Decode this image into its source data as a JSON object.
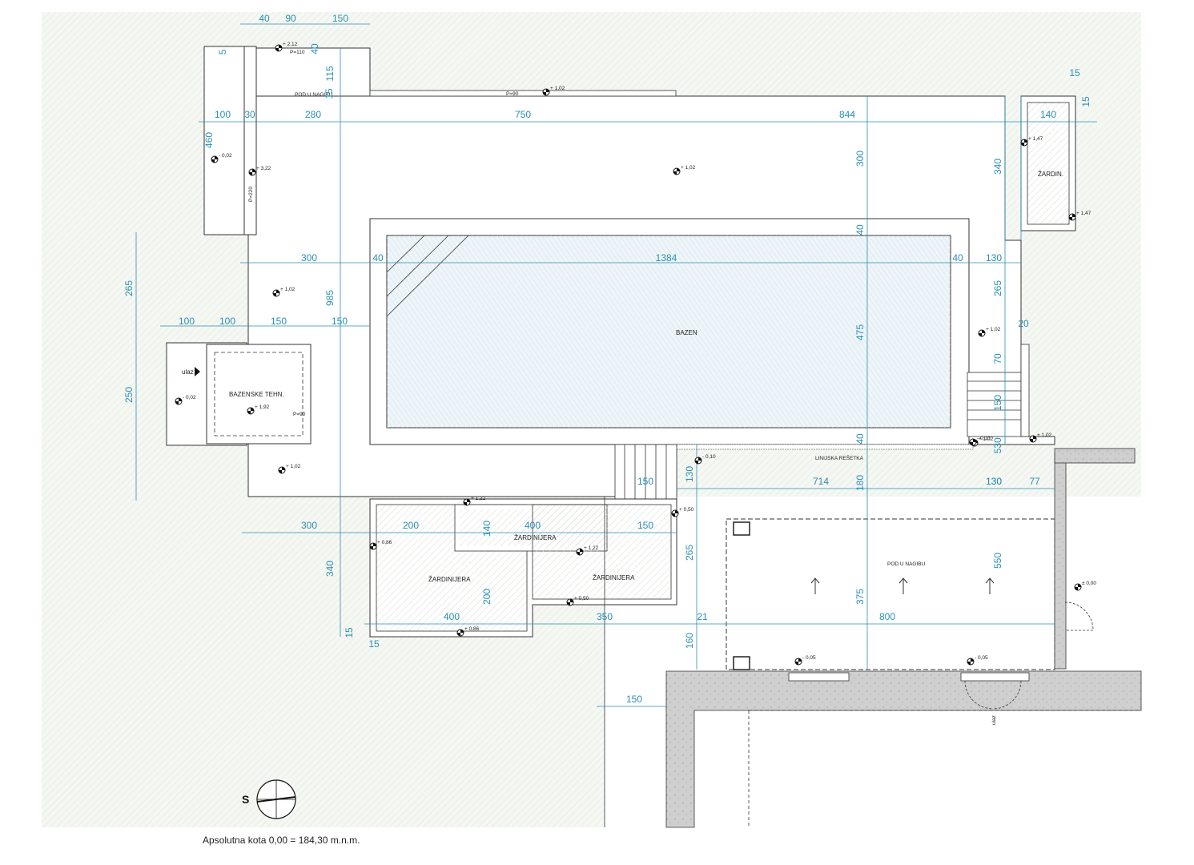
{
  "labels": {
    "pool": "BAZEN",
    "tech_room": "BAZENSKE TEHN.",
    "entrance": "ulaz",
    "planter_top": "ŽARDIN.",
    "planter_1": "ŽARDINIJERA",
    "planter_2": "ŽARDINIJERA",
    "planter_3": "ŽARDINIJERA",
    "slope_floor_top": "POD U NAGIBU",
    "slope_floor_terrace": "POD U NAGIBU",
    "linear_grate": "LINIJSKA REŠETKA",
    "p110": "P=110",
    "p90": "P=90",
    "p220": "P=220",
    "p90b": "P=90",
    "entrance2": "ulaz",
    "compass_s": "S"
  },
  "levels": [
    "+ 2,12",
    "+ 1,02",
    "- 0,02",
    "+ 3,22",
    "+ 1,02",
    "+ 1,47",
    "+ 1,47",
    "+ 1,02",
    "+ 1,02",
    "- 0,02",
    "+ 1,92",
    "+ 1,02",
    "+ 1,02",
    "- 0,10",
    "+ 1,02",
    "+ 1,22",
    "+ 0,50",
    "+ 0,86",
    "+ 1,22",
    "+ 0,50",
    "+ 0,86",
    "± 0,00",
    "- 0,05",
    "- 0,05",
    "- 0,10"
  ],
  "dims": [
    "40",
    "90",
    "150",
    "5",
    "40",
    "115",
    "15",
    "100",
    "30",
    "280",
    "750",
    "844",
    "15",
    "15",
    "140",
    "460",
    "300",
    "340",
    "265",
    "300",
    "40",
    "1384",
    "40",
    "130",
    "985",
    "40",
    "475",
    "265",
    "100",
    "100",
    "150",
    "150",
    "20",
    "250",
    "70",
    "150",
    "130",
    "40",
    "5",
    "30",
    "150",
    "130",
    "714",
    "180",
    "130",
    "77",
    "300",
    "200",
    "140",
    "400",
    "150",
    "265",
    "550",
    "340",
    "200",
    "375",
    "400",
    "350",
    "21",
    "800",
    "15",
    "15",
    "160",
    "150"
  ],
  "note": "Apsolutna kota 0,00 = 184,30 m.n.m."
}
